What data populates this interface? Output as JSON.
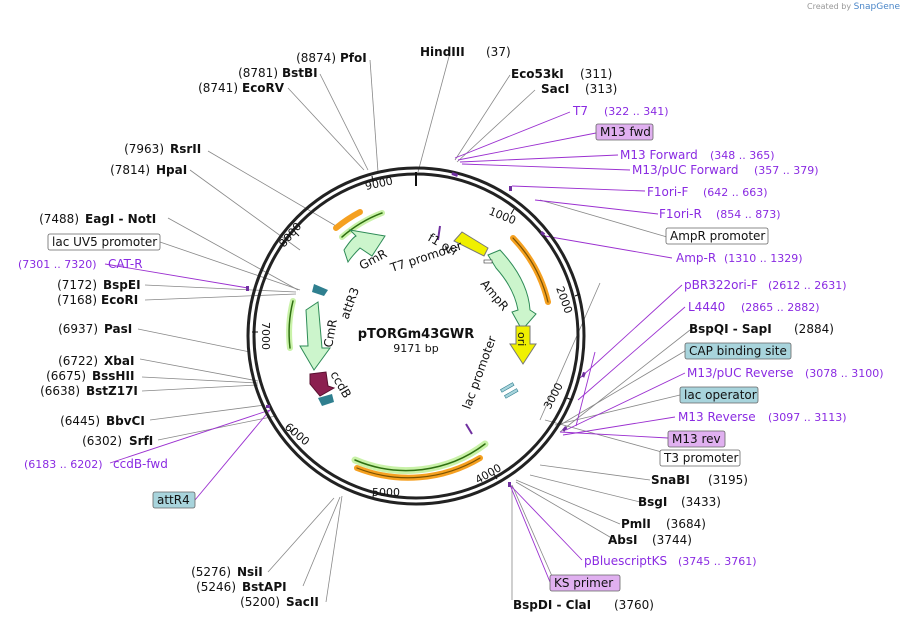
{
  "credit": {
    "prefix": "Created by",
    "brand": "SnapGene"
  },
  "plasmid": {
    "name": "pTORGm43GWR",
    "length_label": "9171 bp",
    "total_bp": 9171
  },
  "ticks": [
    "1000",
    "2000",
    "3000",
    "4000",
    "5000",
    "6000",
    "7000",
    "8000",
    "9000"
  ],
  "sites_left": [
    {
      "pos": "(8874)",
      "name": "PfoI"
    },
    {
      "pos": "(8781)",
      "name": "BstBI"
    },
    {
      "pos": "(8741)",
      "name": "EcoRV"
    },
    {
      "pos": "(7963)",
      "name": "RsrII"
    },
    {
      "pos": "(7814)",
      "name": "HpaI"
    },
    {
      "pos": "(7488)",
      "name": "EagI - NotI"
    },
    {
      "pos": "(7172)",
      "name": "BspEI"
    },
    {
      "pos": "(7168)",
      "name": "EcoRI"
    },
    {
      "pos": "(6937)",
      "name": "PasI"
    },
    {
      "pos": "(6722)",
      "name": "XbaI"
    },
    {
      "pos": "(6675)",
      "name": "BssHII"
    },
    {
      "pos": "(6638)",
      "name": "BstZ17I"
    },
    {
      "pos": "(6445)",
      "name": "BbvCI"
    },
    {
      "pos": "(6302)",
      "name": "SrfI"
    },
    {
      "pos": "(5276)",
      "name": "NsiI"
    },
    {
      "pos": "(5246)",
      "name": "BstAPI"
    },
    {
      "pos": "(5200)",
      "name": "SacII"
    }
  ],
  "sites_right": [
    {
      "name": "HindIII",
      "pos": "(37)"
    },
    {
      "name": "Eco53kI",
      "pos": "(311)"
    },
    {
      "name": "SacI",
      "pos": "(313)"
    },
    {
      "name": "BspQI - SapI",
      "pos": "(2884)"
    },
    {
      "name": "SnaBI",
      "pos": "(3195)"
    },
    {
      "name": "BsgI",
      "pos": "(3433)"
    },
    {
      "name": "PmlI",
      "pos": "(3684)"
    },
    {
      "name": "AbsI",
      "pos": "(3744)"
    },
    {
      "name": "BspDI - ClaI",
      "pos": "(3760)"
    }
  ],
  "primers": [
    {
      "name": "T7",
      "range": "(322 .. 341)"
    },
    {
      "name": "M13 Forward",
      "range": "(348 .. 365)"
    },
    {
      "name": "M13/pUC Forward",
      "range": "(357 .. 379)"
    },
    {
      "name": "F1ori-F",
      "range": "(642 .. 663)"
    },
    {
      "name": "F1ori-R",
      "range": "(854 .. 873)"
    },
    {
      "name": "Amp-R",
      "range": "(1310 .. 1329)"
    },
    {
      "name": "pBR322ori-F",
      "range": "(2612 .. 2631)"
    },
    {
      "name": "L4440",
      "range": "(2865 .. 2882)"
    },
    {
      "name": "M13/pUC Reverse",
      "range": "(3078 .. 3100)"
    },
    {
      "name": "M13 Reverse",
      "range": "(3097 .. 3113)"
    },
    {
      "name": "pBluescriptKS",
      "range": "(3745 .. 3761)"
    },
    {
      "name": "CAT-R",
      "range": "(7301 .. 7320)"
    },
    {
      "name": "ccdB-fwd",
      "range": "(6183 .. 6202)"
    }
  ],
  "boxed_labels": [
    {
      "text": "M13 fwd",
      "style": "primer"
    },
    {
      "text": "AmpR promoter",
      "style": "white"
    },
    {
      "text": "CAP binding site",
      "style": "blue"
    },
    {
      "text": "lac operator",
      "style": "blue"
    },
    {
      "text": "M13 rev",
      "style": "primer"
    },
    {
      "text": "T3 promoter",
      "style": "white"
    },
    {
      "text": "KS primer",
      "style": "primer"
    },
    {
      "text": "lac UV5 promoter",
      "style": "white"
    },
    {
      "text": "attR4",
      "style": "blue"
    }
  ],
  "features_inside": [
    "GmR",
    "T7 promoter",
    "f1 ori",
    "AmpR",
    "ori",
    "lac promoter",
    "attR3",
    "CmR",
    "ccdB"
  ],
  "colors": {
    "primer": "#9b30d0",
    "primer_box": "#e0b0f0",
    "blue_box": "#a8d4dc",
    "cds_green": "#ccf5cc",
    "cds_stroke": "#2e8b57",
    "ori": "#f0f000",
    "site": "#7030a0",
    "orange": "#f5a020",
    "green_line": "#4caf20",
    "attr": "#2f7f8f"
  }
}
